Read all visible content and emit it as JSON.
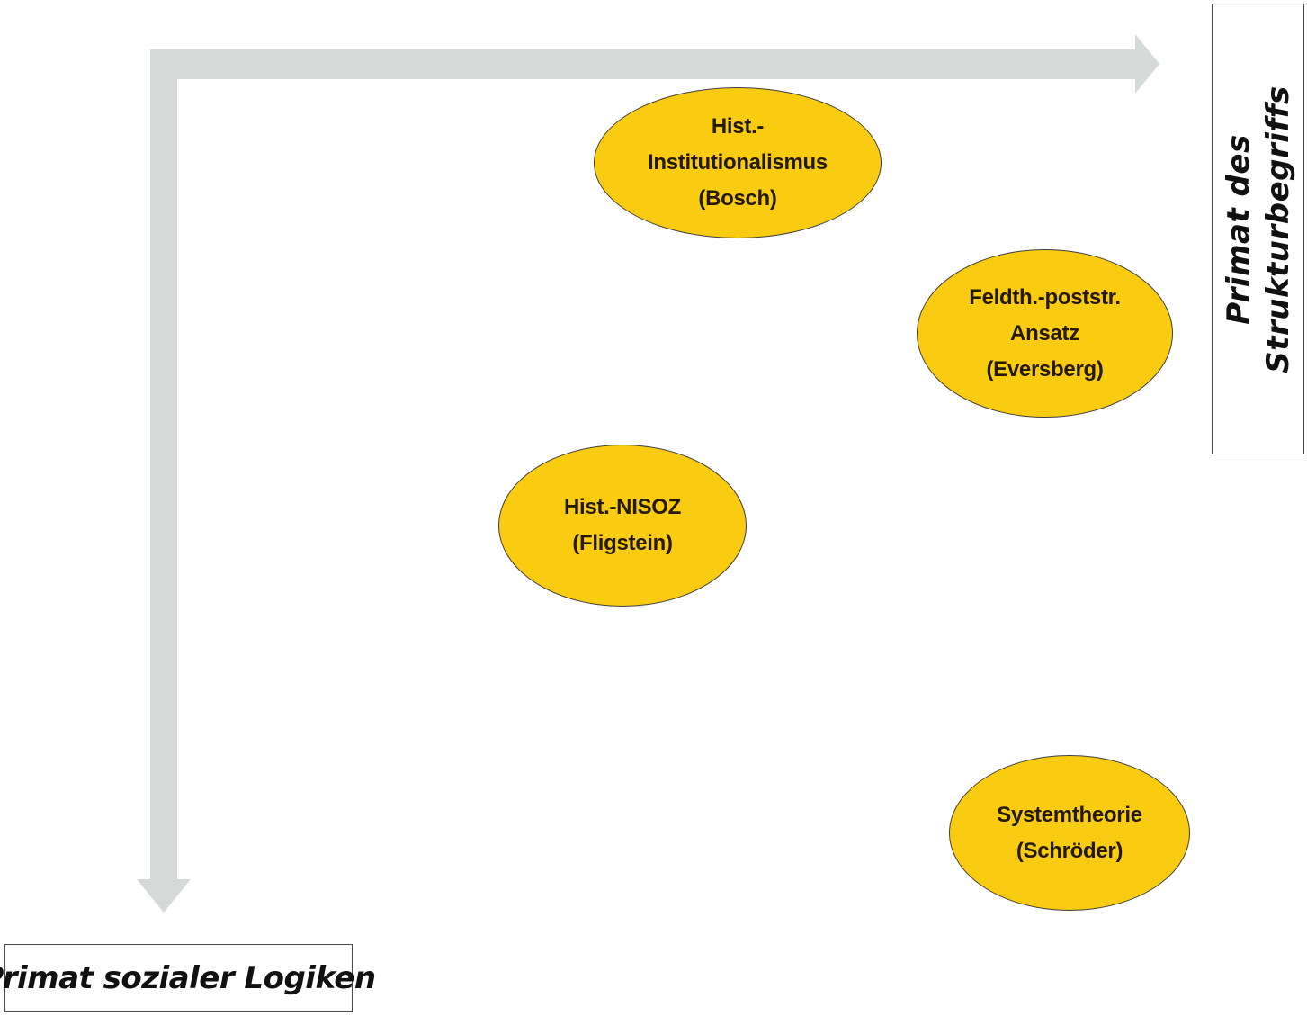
{
  "axes": {
    "horizontal_label_line1": "Primat des",
    "horizontal_label_line2": "Strukturbegriffs",
    "vertical_label": "Primat sozialer Logiken",
    "arrow_color": "#d5dad8"
  },
  "nodes": {
    "hist_institutionalismus": {
      "line1": "Hist.-",
      "line2": "Institutionalismus",
      "line3": "(Bosch)"
    },
    "feldtheorie": {
      "line1": "Feldth.-poststr.",
      "line2": "Ansatz",
      "line3": "(Eversberg)"
    },
    "hist_nisoz": {
      "line1": "Hist.-NISOZ",
      "line2": "(Fligstein)"
    },
    "systemtheorie": {
      "line1": "Systemtheorie",
      "line2": "(Schröder)"
    },
    "fill_color": "#f9cc12"
  }
}
